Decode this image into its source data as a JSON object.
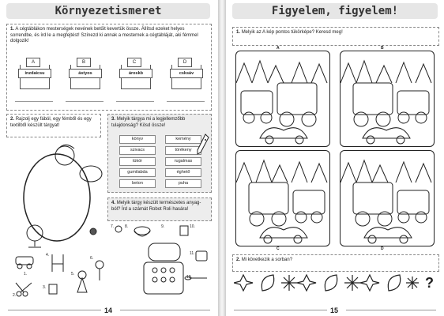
{
  "left_page": {
    "title": "Környezetismeret",
    "task1": {
      "number": "1.",
      "text": "A cégtáblákon mesterségek nevének betűit kevertük össze. Állítsd ezeket helyes sorrendbe, és írd le a megfejtést! Színezd ki annak a mesternek a cégtábláját, aki fémmel dolgozik!",
      "signs": [
        {
          "letter": "A",
          "word": "inzdaicsu"
        },
        {
          "letter": "B",
          "word": "ástyos"
        },
        {
          "letter": "C",
          "word": "ároskb"
        },
        {
          "letter": "D",
          "word": "csksáv"
        }
      ]
    },
    "task2": {
      "number": "2.",
      "text": "Rajzolj egy fából, egy fémből és egy textilből készült tárgyat!"
    },
    "task3": {
      "number": "3.",
      "text": "Melyik tárgya mi a legjellemzőbb tulajdonság? Kösd össze!",
      "left_words": [
        "könyv",
        "szivacs",
        "tükör",
        "gumilabda",
        "beton"
      ],
      "right_words": [
        "kemény",
        "törékeny",
        "rugalmas",
        "éghető",
        "puha"
      ]
    },
    "task4": {
      "number": "4.",
      "text": "Melyik tárgy készült természetes anyag-ból? Írd a számát Robot Roli hasára!"
    },
    "item_numbers": [
      "1.",
      "2.",
      "3.",
      "4.",
      "5.",
      "6.",
      "7.",
      "8.",
      "9.",
      "10.",
      "11.",
      "12."
    ],
    "page_number": "14"
  },
  "right_page": {
    "title": "Figyelem, figyelem!",
    "task1": {
      "number": "1.",
      "text": "Melyik az A kép pontos tükörképe? Keresd meg!"
    },
    "picture_letters": [
      "A",
      "B",
      "C",
      "D"
    ],
    "task2": {
      "number": "2.",
      "text": "Mi következik a sorban?"
    },
    "sequence_question": "?",
    "page_number": "15"
  }
}
